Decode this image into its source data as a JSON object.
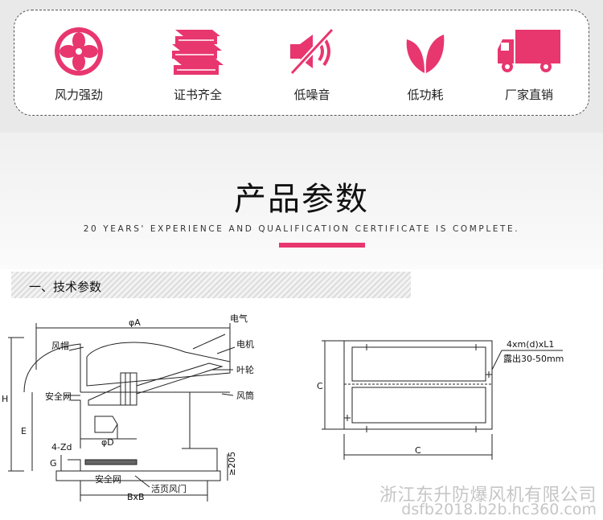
{
  "features": [
    {
      "icon": "fan-icon",
      "label": "风力强劲"
    },
    {
      "icon": "certificate-books-icon",
      "label": "证书齐全"
    },
    {
      "icon": "mute-speaker-icon",
      "label": "低噪音"
    },
    {
      "icon": "leaf-icon",
      "label": "低功耗"
    },
    {
      "icon": "delivery-truck-icon",
      "label": "厂家直销"
    }
  ],
  "accent_color": "#e8366f",
  "title": "产品参数",
  "subtitle": "20 YEARS' EXPERIENCE AND QUALIFICATION CERTIFICATE IS COMPLETE.",
  "section_title": "一、技术参数",
  "drawing_labels": {
    "phi_a": "φA",
    "hood": "风帽",
    "motor": "电机",
    "impeller": "叶轮",
    "duct": "风筒",
    "safety_net_top": "安全网",
    "safety_net_bottom": "安全网",
    "damper": "活页风门",
    "phi_d": "φD",
    "holes": "4-Zd",
    "bxb": "BxB",
    "h": "H",
    "e": "E",
    "g": "G",
    "min_205": "≥205",
    "cut_top": "电气",
    "c_side": "C",
    "c_bottom": "C",
    "bolt_spec": "4xm(d)xL1",
    "exposed": "露出30-50mm"
  },
  "watermark": {
    "company": "浙江东升防爆风机有限公司",
    "url": "dsfb2018.b2b.hc360.com"
  }
}
